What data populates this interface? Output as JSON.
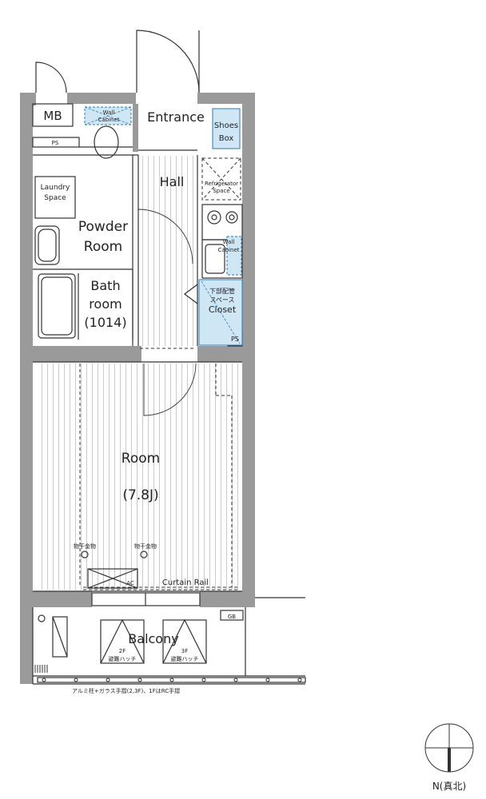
{
  "labels": {
    "mb": "MB",
    "entrance": "Entrance",
    "wall_cabinet_top_1": "Wall",
    "wall_cabinet_top_2": "Cabinet",
    "ps_top": "PS",
    "shoes_1": "Shoes",
    "shoes_2": "Box",
    "hall": "Hall",
    "fridge_1": "Refrigerator",
    "fridge_2": "Space",
    "laundry_1": "Laundry",
    "laundry_2": "Space",
    "powder_1": "Powder",
    "powder_2": "Room",
    "wall_cabinet_k_1": "Wall",
    "wall_cabinet_k_2": "Cabinet",
    "bath_1": "Bath",
    "bath_2": "room",
    "bath_3": "(1014)",
    "closet_1": "下部配管",
    "closet_2": "スペース",
    "closet_3": "Closet",
    "ps_right": "PS",
    "room_1": "Room",
    "room_2": "(7.8J)",
    "hanger_left": "物干金物",
    "hanger_right": "物干金物",
    "ac": "AC",
    "curtain": "Curtain Rail",
    "gb": "GB",
    "balcony": "Balcony",
    "hatch_2f_1": "2F",
    "hatch_2f_2": "避難ハッチ",
    "hatch_3f_1": "3F",
    "hatch_3f_2": "避難ハッチ",
    "handrail_note": "アルミ柱+ガラス手摺(2,3F)、1FはRC手摺",
    "compass": "N(真北)"
  },
  "colors": {
    "wall": "#9a9a9a",
    "line": "#333333",
    "blue_fill": "#cfe6f5",
    "blue_line": "#2e78b8"
  }
}
